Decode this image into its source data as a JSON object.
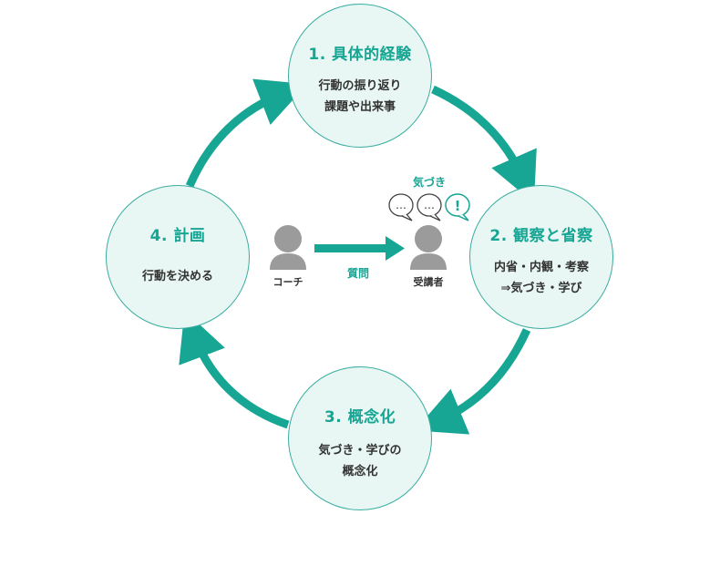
{
  "nodes": [
    {
      "title": "1. 具体的経験",
      "lines": [
        "行動の振り返り",
        "課題や出来事"
      ]
    },
    {
      "title": "2. 観察と省察",
      "lines": [
        "内省・内観・考察",
        "⇒気づき・学び"
      ]
    },
    {
      "title": "3. 概念化",
      "lines": [
        "気づき・学びの",
        "概念化"
      ]
    },
    {
      "title": "4. 計画",
      "lines": [
        "行動を決める"
      ]
    }
  ],
  "center": {
    "coach_label": "コーチ",
    "arrow_label": "質問",
    "learner_label": "受講者",
    "insight_label": "気づき",
    "bubbles": [
      "…",
      "…",
      "!"
    ]
  },
  "colors": {
    "teal": "#17a594",
    "circle_fill": "#e8f7f3",
    "person_gray": "#9b9b9b"
  }
}
